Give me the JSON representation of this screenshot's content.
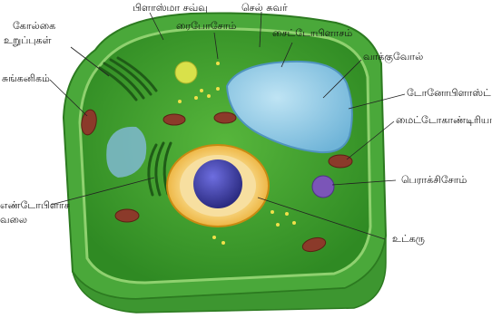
{
  "labels": {
    "plasma_membrane": "பிளாஸ்மா சவ்வு",
    "cell_wall": "செல் சுவர்",
    "ribosome": "ரைபோசோம்",
    "cytoplasm": "சைட்டோபிளாசம்",
    "golgi_line1": "கோல்கை",
    "golgi_line2": "உறுப்புகள்",
    "vacuole": "வாக்குவோல்",
    "lysosome": "சுங்கனிகம்",
    "tonoplast": "டோனோபிளாஸ்ட்",
    "mitochondria": "மைட்டோகாண்டிரியா",
    "peroxisome": "பெராக்சிசோம்",
    "er_line1": "எண்டோபிளாச",
    "er_line2": "வலை",
    "nucleus": "உட்கரு"
  },
  "colors": {
    "cell_wall": "#4aa83a",
    "cytoplasm": "#3f9a2e",
    "vacuole": "#8ec9e6",
    "nucleus_envelope": "#f0b030",
    "nucleus": "#3a3aa8",
    "mitochondria": "#8b3a2a",
    "peroxisome": "#7b55b8"
  }
}
